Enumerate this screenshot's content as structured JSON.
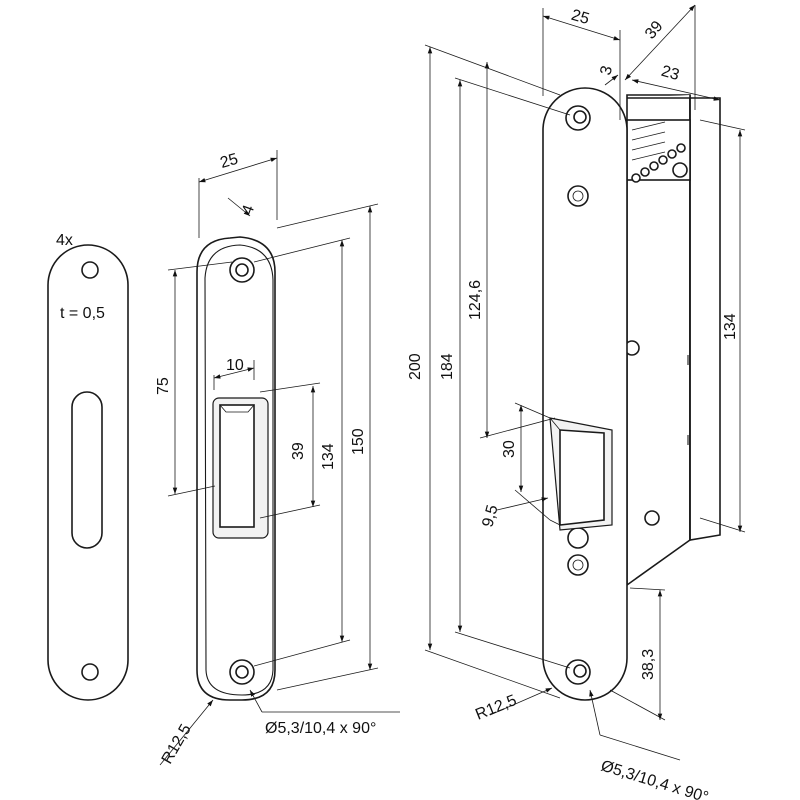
{
  "cover_plate": {
    "quantity": "4x",
    "thickness": "t = 0,5"
  },
  "strike_plate": {
    "width": "25",
    "depth": "4",
    "slot_width": "10",
    "offset": "75",
    "slot_height": "39",
    "hole_spacing": "134",
    "length": "150",
    "radius": "R12,5",
    "hole_spec": "Ø5,3/10,4 x 90°"
  },
  "lock_body": {
    "faceplate_width": "25",
    "total_depth": "39",
    "faceplate_thickness": "3",
    "body_depth": "23",
    "length": "200",
    "hole_spacing": "184",
    "latch_offset": "124,6",
    "body_height": "134",
    "latch_height": "30",
    "latch_projection": "9,5",
    "bottom_offset": "38,3",
    "radius": "R12,5",
    "hole_spec": "Ø5,3/10,4 x 90°"
  }
}
